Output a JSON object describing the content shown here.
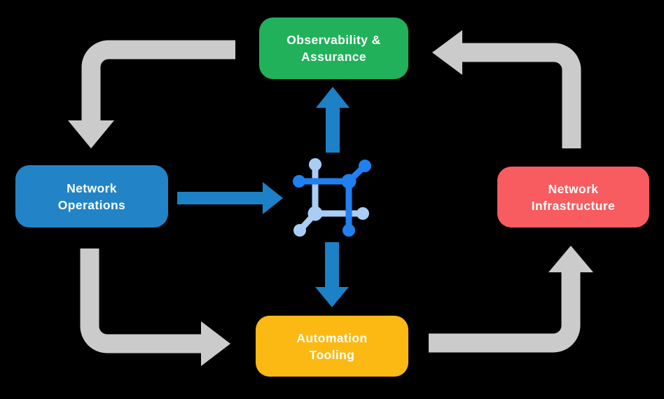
{
  "diagram": {
    "background_color": "#000000",
    "text_color": "#FFFFFF",
    "nodes": [
      {
        "id": "observability",
        "lines": [
          "Observability &",
          "Assurance"
        ],
        "color": "#21B15A"
      },
      {
        "id": "operations",
        "lines": [
          "Network",
          "Operations"
        ],
        "color": "#2284C6"
      },
      {
        "id": "infrastructure",
        "lines": [
          "Network",
          "Infrastructure"
        ],
        "color": "#F85C60"
      },
      {
        "id": "automation",
        "lines": [
          "Automation",
          "Tooling"
        ],
        "color": "#FDB913"
      }
    ],
    "center_icon": "network-mesh-icon",
    "colors": {
      "flow_arrow": "#CBCBCB",
      "accent_arrow": "#1C81C6",
      "icon_dark": "#2080F0",
      "icon_light": "#A9CDF5"
    }
  }
}
